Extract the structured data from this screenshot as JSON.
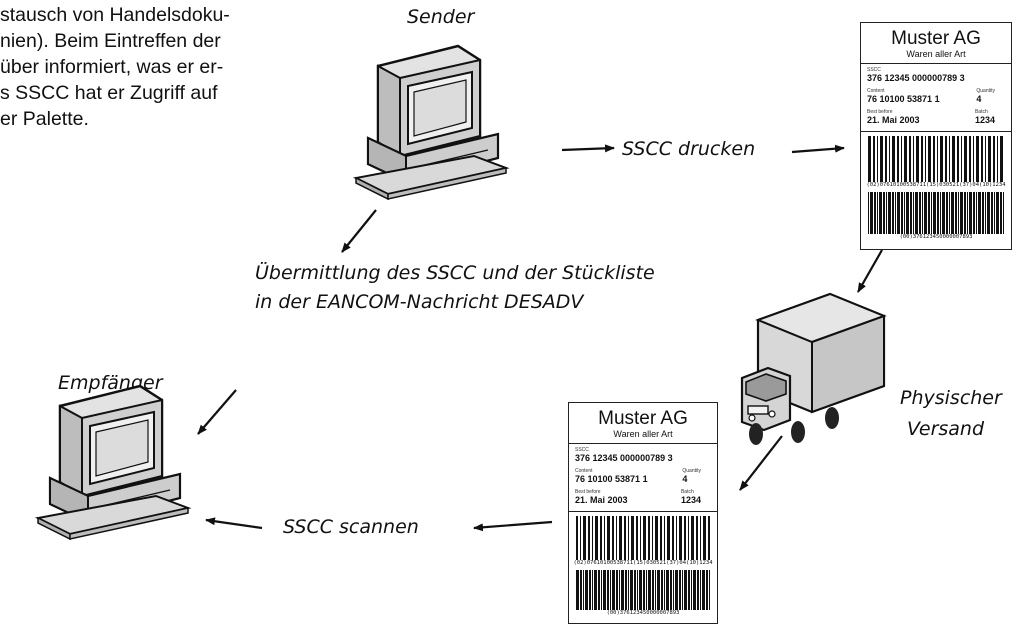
{
  "paragraph_lines": [
    "stausch von Handelsdoku-",
    "nien). Beim Eintreffen der",
    "über informiert, was er er-",
    "s SSCC hat er Zugriff auf",
    "er Palette."
  ],
  "sender_label": "Sender",
  "receiver_label": "Empfänger",
  "print_label": "SSCC drucken",
  "scan_label": "SSCC scannen",
  "transmission_line1": "Übermittlung des SSCC und der Stückliste",
  "transmission_line2": "in der EANCOM-Nachricht DESADV",
  "shipping_line1": "Physischer",
  "shipping_line2": "Versand",
  "shipping_label": {
    "company": "Muster AG",
    "tagline": "Waren aller Art",
    "sscc_caption": "SSCC",
    "sscc_value": "376 12345 000000789 3",
    "content_caption": "Content",
    "content_value": "76 10100 53871 1",
    "quantity_caption": "Quantity",
    "quantity_value": "4",
    "bestbefore_caption": "Best before",
    "bestbefore_value": "21. Mai 2003",
    "batch_caption": "Batch",
    "batch_value": "1234",
    "barcode1_text": "(02)07610100538711(15)030521(37)04(10)1234",
    "barcode2_text": "(00)376123450000007893"
  },
  "colors": {
    "ink": "#111111",
    "paper": "#ffffff",
    "screen": "#dadada",
    "body_shade": "#cfcfcf"
  }
}
